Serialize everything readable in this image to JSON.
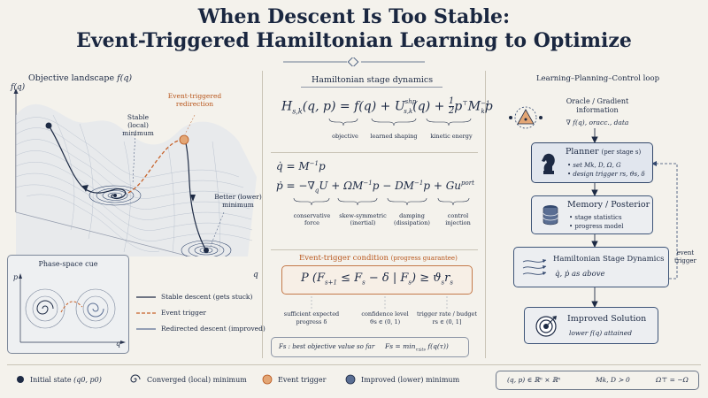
{
  "title": {
    "line1": "When Descent Is Too Stable:",
    "line2": "Event-Triggered Hamiltonian Learning to Optimize"
  },
  "left": {
    "panel_label": "Objective landscape",
    "panel_label_math": "f(q)",
    "axis_y": "f(q)",
    "axis_x": "q",
    "stable_label_1": "Stable",
    "stable_label_2": "(local) minimum",
    "event_label_1": "Event-triggered",
    "event_label_2": "redirection",
    "better_label_1": "Better (lower)",
    "better_label_2": "minimum"
  },
  "phase": {
    "title": "Phase-space cue",
    "axis_p": "p",
    "axis_q": "q"
  },
  "path_legend": {
    "stable": "Stable descent (gets stuck)",
    "event": "Event trigger",
    "redirected": "Redirected descent (improved)"
  },
  "middle": {
    "stage_title": "Hamiltonian stage dynamics",
    "hamiltonian": {
      "lhs": "H",
      "lhs_sub": "s,k",
      "lhs_args": "(q, p) =",
      "t1": "f(q)",
      "plus1": "+",
      "t2": "U",
      "t2_sup": "shp",
      "t2_sub": "s,k",
      "t2_args": "(q)",
      "plus2": "+",
      "frac_num": "1",
      "frac_den": "2",
      "t3": "p",
      "t3_sup": "⊤",
      "t3_m": "M",
      "t3_m_sub": "k",
      "t3_m_sup": "−1",
      "t3_end": "p"
    },
    "brace_labels": {
      "objective": "objective",
      "learned_shaping": "learned shaping",
      "kinetic_energy": "kinetic energy"
    },
    "qdot": "q̇ = M",
    "qdot_sup": "−1",
    "qdot_end": "p",
    "pdot": {
      "lhs": "ṗ =",
      "t1": "−∇",
      "t1_sub": "q",
      "t1_end": "U",
      "t2": "+ ΩM",
      "t2_sup": "−1",
      "t2_end": "p",
      "t3": "− DM",
      "t3_sup": "−1",
      "t3_end": "p",
      "t4": "+ Gu",
      "t4_sup": "port"
    },
    "pdot_labels": {
      "conservative": "conservative",
      "conservative_2": "force",
      "skew": "skew-symmetric",
      "skew_2": "(inertial)",
      "damping": "damping",
      "damping_2": "(dissipation)",
      "control": "control",
      "control_2": "injection"
    },
    "trigger_title": "Event-trigger condition",
    "trigger_subtitle": "(progress guarantee)",
    "trigger_formula": "P (F",
    "trigger_formula_sub1": "s+1",
    "trigger_formula_mid": "≤ F",
    "trigger_formula_sub2": "s",
    "trigger_formula_end": "− δ | F",
    "trigger_formula_sub3": "s",
    "trigger_formula_tail": ") ≥ ϑ",
    "trigger_formula_sub4": "s",
    "trigger_formula_r": "r",
    "trigger_formula_sub5": "s",
    "tr_labels": {
      "sufficient_1": "sufficient expected",
      "sufficient_2": "progress δ",
      "confidence_1": "confidence level",
      "confidence_2": "ϑs ∈ (0, 1)",
      "rate_1": "trigger rate / budget",
      "rate_2": "rs ∈ (0, 1]"
    },
    "note_left": "Fs : best objective value so far",
    "note_right": "Fs = min",
    "note_right_sub": "τ≤ts",
    "note_right_end": "f(q(τ))"
  },
  "right": {
    "loop_title": "Learning–Planning–Control loop",
    "oracle_title_1": "Oracle / Gradient",
    "oracle_title_2": "information",
    "oracle_text": "∇ f(q), oracc., data",
    "planner_title": "Planner",
    "planner_title_note": "(per stage s)",
    "planner_b1": "• set Mk, D, Ω, G",
    "planner_b2": "• design trigger rs, ϑs, δ",
    "memory_title": "Memory / Posterior",
    "memory_b1": "• stage statistics",
    "memory_b2": "• progress model",
    "dyn_title": "Hamiltonian Stage Dynamics",
    "dyn_text": "q̇, ṗ  as above",
    "improved_title": "Improved Solution",
    "improved_text": "lower f(q) attained",
    "event_trigger_1": "event",
    "event_trigger_2": "trigger"
  },
  "legend": {
    "initial": "Initial state",
    "initial_math": "(q0, p0)",
    "converged": "Converged (local) minimum",
    "event": "Event trigger",
    "improved": "Improved (lower) minimum",
    "math_1": "(q, p) ∈ ℝⁿ × ℝⁿ",
    "math_2": "Mk, D ≻ 0",
    "math_3": "Ω⊤ = −Ω"
  },
  "colors": {
    "navy": "#1d2a44",
    "orange": "#c7622a",
    "trigger_fill": "#e3a675",
    "box_border": "#3e5578"
  }
}
